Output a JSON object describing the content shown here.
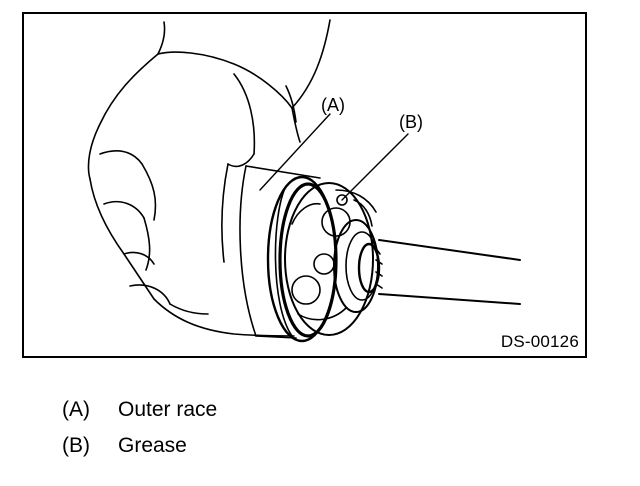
{
  "figure": {
    "callouts": [
      {
        "key": "(A)"
      },
      {
        "key": "(B)"
      }
    ],
    "figure_id": "DS-00126"
  },
  "legend": [
    {
      "key": "(A)",
      "label": "Outer race"
    },
    {
      "key": "(B)",
      "label": "Grease"
    }
  ]
}
